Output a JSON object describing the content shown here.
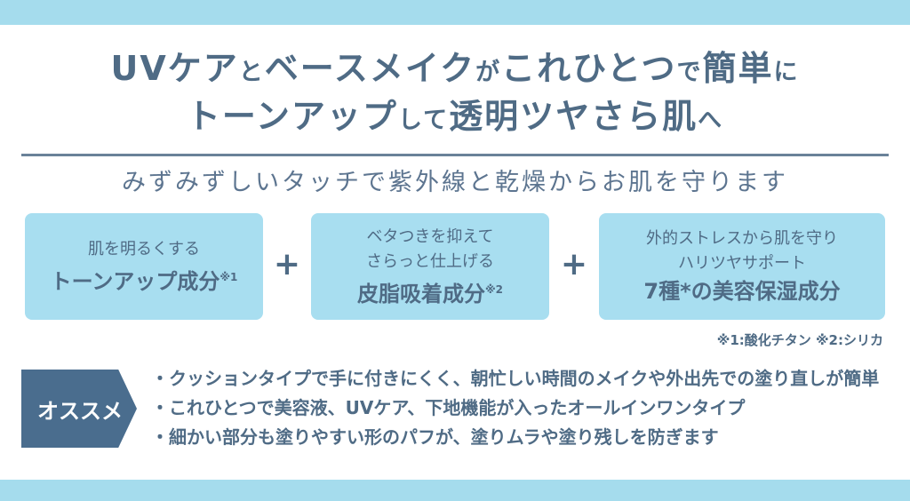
{
  "headline": {
    "line1": [
      {
        "text": "UVケア",
        "size": "big"
      },
      {
        "text": "と",
        "size": "small"
      },
      {
        "text": "ベースメイク",
        "size": "big"
      },
      {
        "text": "が",
        "size": "small"
      },
      {
        "text": "これひとつ",
        "size": "big"
      },
      {
        "text": "で",
        "size": "small"
      },
      {
        "text": "簡単",
        "size": "big"
      },
      {
        "text": "に",
        "size": "small"
      }
    ],
    "line2": [
      {
        "text": "トーンアップ",
        "size": "big"
      },
      {
        "text": "して",
        "size": "small"
      },
      {
        "text": "透明ツヤさら肌",
        "size": "big"
      },
      {
        "text": "へ",
        "size": "small"
      }
    ]
  },
  "subheading": "みずみずしいタッチで紫外線と乾燥からお肌を守ります",
  "boxes": [
    {
      "line1": "肌を明るくする",
      "line2": "",
      "strong": "トーンアップ成分",
      "note": "※1"
    },
    {
      "line1": "ベタつきを抑えて",
      "line2": "さらっと仕上げる",
      "strong": "皮脂吸着成分",
      "note": "※2"
    },
    {
      "line1": "外的ストレスから肌を守り",
      "line2": "ハリツヤサポート",
      "strong": "7種*の美容保湿成分",
      "note": ""
    }
  ],
  "plus_sign": "+",
  "footnote": "※1:酸化チタン ※2:シリカ",
  "recommend": {
    "label": "オススメ",
    "items": [
      "・クッションタイプで手に付きにくく、朝忙しい時間のメイクや外出先での塗り直しが簡単",
      "・これひとつで美容液、UVケア、下地機能が入ったオールインワンタイプ",
      "・細かい部分も塗りやすい形のパフが、塗りムラや塗り残しを防ぎます"
    ]
  },
  "colors": {
    "band": "#a5dced",
    "box": "#a8def0",
    "text": "#4f6b85",
    "tag": "#4a6d8e"
  }
}
